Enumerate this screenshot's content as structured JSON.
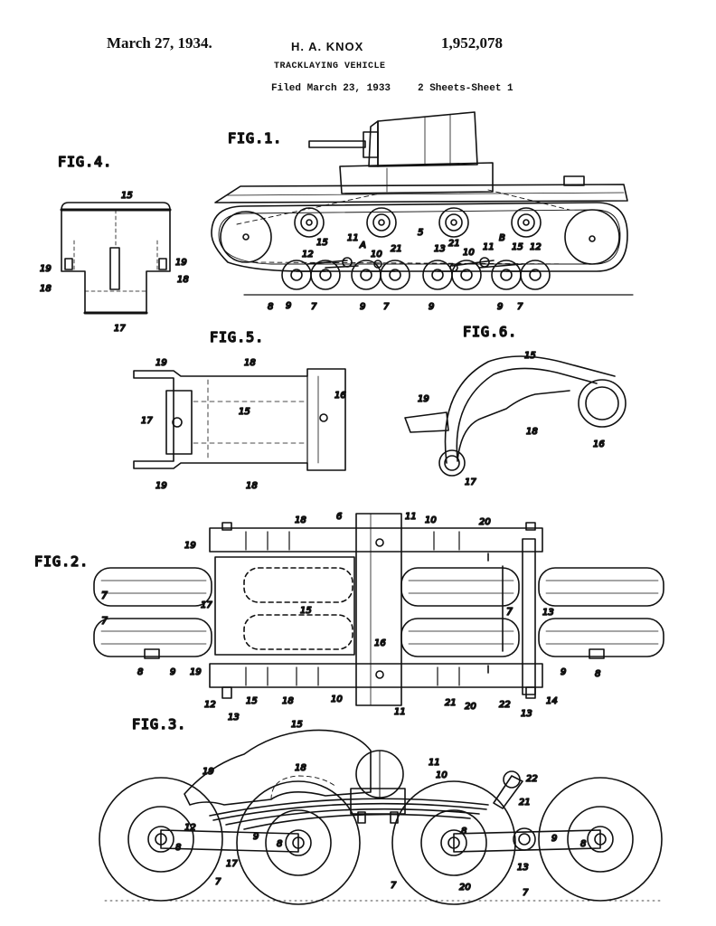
{
  "header": {
    "date": "March 27, 1934.",
    "inventor": "H. A. KNOX",
    "patent_number": "1,952,078",
    "title": "TRACKLAYING VEHICLE",
    "filed": "Filed March 23, 1933",
    "sheets": "2 Sheets-Sheet 1"
  },
  "figures": {
    "fig1": {
      "label": "FIG.1.",
      "refs": [
        "11",
        "12",
        "15",
        "A",
        "10",
        "21",
        "5",
        "13",
        "21",
        "10",
        "11",
        "B",
        "15",
        "12",
        "8",
        "9",
        "7",
        "9",
        "7",
        "9",
        "9",
        "7"
      ]
    },
    "fig4": {
      "label": "FIG.4.",
      "refs": [
        "15",
        "19",
        "19",
        "18",
        "18",
        "17"
      ]
    },
    "fig5": {
      "label": "FIG.5.",
      "refs": [
        "19",
        "18",
        "16",
        "17",
        "15",
        "19",
        "18"
      ]
    },
    "fig6": {
      "label": "FIG.6.",
      "refs": [
        "15",
        "19",
        "18",
        "16",
        "17"
      ]
    },
    "fig2": {
      "label": "FIG.2.",
      "refs": [
        "6",
        "11",
        "10",
        "20",
        "18",
        "19",
        "7",
        "17",
        "15",
        "7",
        "7",
        "13",
        "16",
        "8",
        "9",
        "19",
        "12",
        "15",
        "18",
        "10",
        "11",
        "21",
        "20",
        "22",
        "14",
        "9",
        "8",
        "13",
        "13"
      ]
    },
    "fig3": {
      "label": "FIG.3.",
      "refs": [
        "15",
        "19",
        "18",
        "11",
        "10",
        "22",
        "21",
        "12",
        "17",
        "8",
        "9",
        "8",
        "8",
        "9",
        "8",
        "13",
        "20",
        "7",
        "7",
        "7"
      ]
    }
  }
}
